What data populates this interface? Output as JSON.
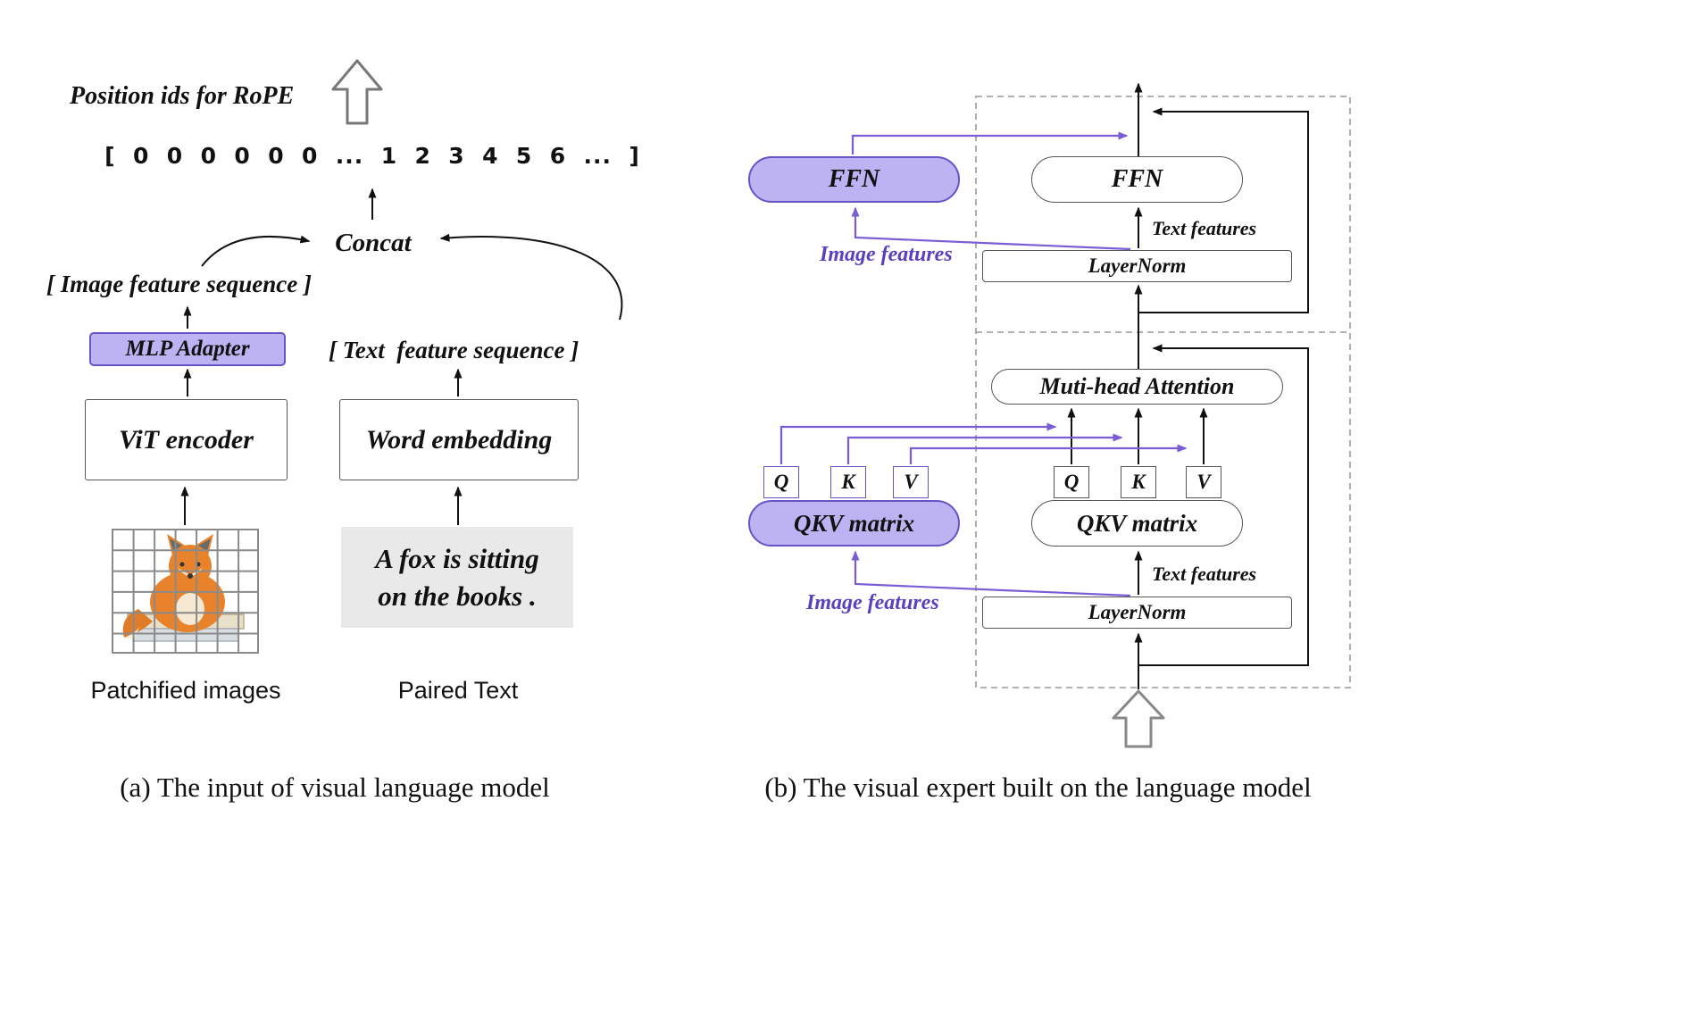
{
  "figure": {
    "panel_a": {
      "caption": "(a) The input of visual language model",
      "position_ids_label": "Position ids for RoPE",
      "position_ids_sequence": "[  0  0  0  0  0  0  ...  1  2  3  4  5  6  ...  ]",
      "concat_label": "Concat",
      "image_feature_sequence": "[ Image feature sequence ]",
      "text_feature_sequence": "[ Text  feature sequence ]",
      "mlp_adapter_label": "MLP Adapter",
      "vit_encoder_label": "ViT encoder",
      "word_embedding_label": "Word embedding",
      "sample_text_line1": "A fox is sitting",
      "sample_text_line2": "on the books .",
      "patchified_images_label": "Patchified images",
      "paired_text_label": "Paired Text"
    },
    "panel_b": {
      "caption": "(b) The visual expert built on the language model",
      "ffn_image_label": "FFN",
      "ffn_text_label": "FFN",
      "layernorm_top_label": "LayerNorm",
      "layernorm_bottom_label": "LayerNorm",
      "text_features_top_label": "Text features",
      "text_features_bottom_label": "Text features",
      "image_features_top_label": "Image features",
      "image_features_bottom_label": "Image features",
      "attention_label": "Muti-head Attention",
      "qkv_image_label": "QKV matrix",
      "qkv_text_label": "QKV matrix",
      "qkv_letters": [
        "Q",
        "K",
        "V"
      ]
    },
    "colors": {
      "purple_fill": "#bdb2f2",
      "purple_border": "#6a52c8",
      "purple_arrow": "#7a5cd6",
      "image_features_text": "#5a3fc0",
      "gray_text_box": "#e9e9e9"
    }
  }
}
